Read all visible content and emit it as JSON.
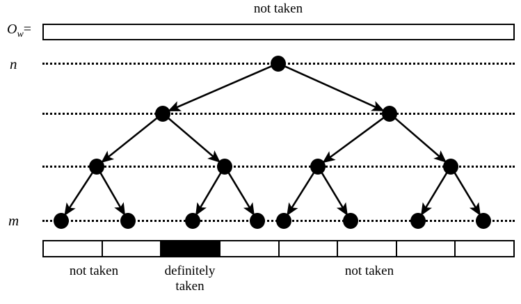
{
  "figure": {
    "type": "diagram",
    "description": "binary tree over a word interval with taken/not-taken segments",
    "top_caption": "not taken",
    "labels": {
      "ow_symbol": "O",
      "ow_subscript": "w",
      "ow_equals": "=",
      "level_n": "n",
      "level_m": "m"
    },
    "bottom_captions": {
      "left": "not taken",
      "middle_line1": "definitely",
      "middle_line2": "taken",
      "right": "not taken"
    },
    "colors": {
      "stroke": "#000000",
      "fill_node": "#000000",
      "filled_cell": "#000000",
      "background": "#ffffff"
    },
    "ow_bar": {
      "cells": 1,
      "filled_indices": []
    },
    "segment_bar": {
      "cells": 8,
      "filled_indices": [
        2
      ]
    },
    "tree": {
      "levels": 4,
      "level_y": [
        91,
        163,
        239,
        317
      ],
      "nodes": {
        "level1": [
          400
        ],
        "level2": [
          234,
          560
        ],
        "level3": [
          139,
          323,
          457,
          648
        ],
        "level4": [
          88,
          184,
          277,
          370,
          408,
          504,
          601,
          695
        ]
      },
      "edges": [
        [
          400,
          91,
          234,
          163
        ],
        [
          400,
          91,
          560,
          163
        ],
        [
          234,
          163,
          139,
          239
        ],
        [
          234,
          163,
          323,
          239
        ],
        [
          560,
          163,
          457,
          239
        ],
        [
          560,
          163,
          648,
          239
        ],
        [
          139,
          239,
          88,
          317
        ],
        [
          139,
          239,
          184,
          317
        ],
        [
          323,
          239,
          277,
          317
        ],
        [
          323,
          239,
          370,
          317
        ],
        [
          457,
          239,
          408,
          317
        ],
        [
          457,
          239,
          504,
          317
        ],
        [
          648,
          239,
          601,
          317
        ],
        [
          648,
          239,
          695,
          317
        ]
      ]
    }
  }
}
